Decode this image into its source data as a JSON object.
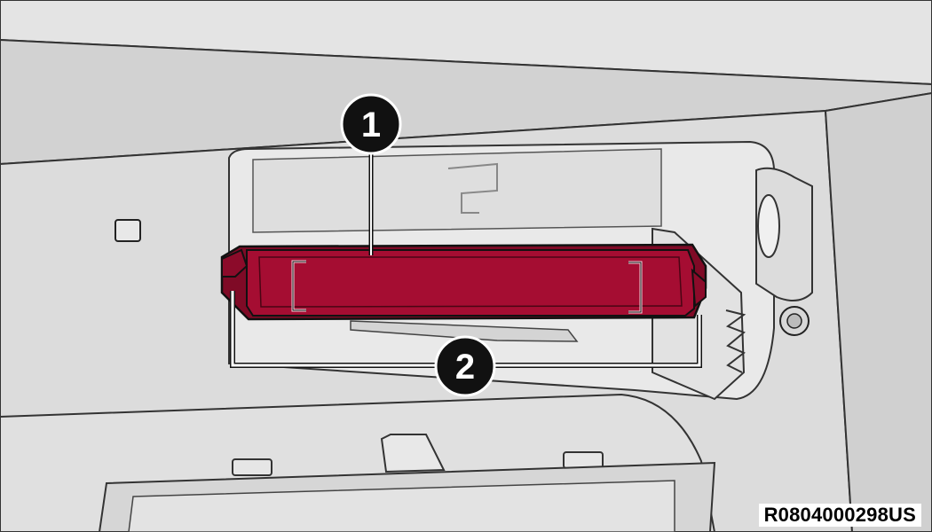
{
  "callouts": [
    {
      "label": "1"
    },
    {
      "label": "2"
    }
  ],
  "reference_code": "R0804000298US",
  "colors": {
    "panel": "#dadada",
    "panel_shadow": "#c4c4c4",
    "cavity": "#e6e6e6",
    "filter_cover": "#a50d32",
    "filter_cover_dark": "#7f0a26",
    "outline": "#1a1a1a",
    "callout_fill": "#111111",
    "callout_text": "#ffffff"
  }
}
